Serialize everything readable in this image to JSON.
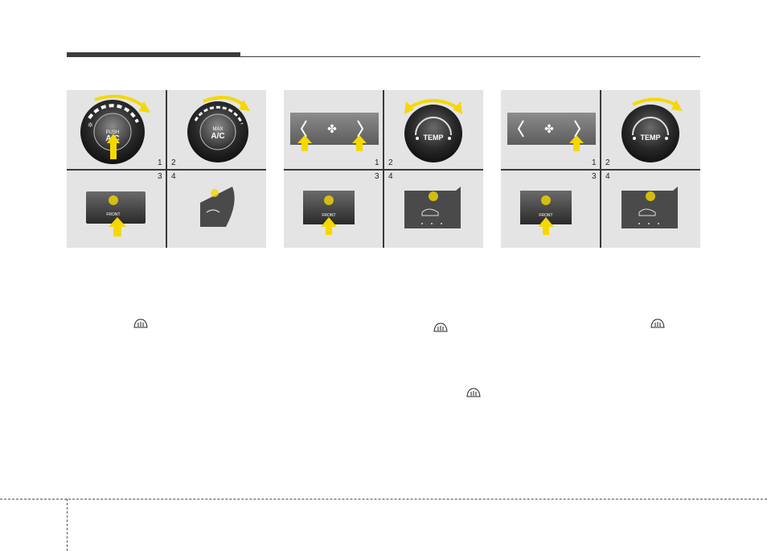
{
  "figures": [
    {
      "id": "figure-a",
      "quadrant_numbers": [
        "1",
        "2",
        "3",
        "4"
      ],
      "knob_1_label_small": "PUSH",
      "knob_1_label_large": "A/C",
      "knob_2_label_small": "MAX",
      "knob_2_label_large": "A/C",
      "button_3_label": "FRONT"
    },
    {
      "id": "figure-b",
      "quadrant_numbers": [
        "1",
        "2",
        "3",
        "4"
      ],
      "knob_2_label": "TEMP",
      "button_3_label": "FRONT"
    },
    {
      "id": "figure-c",
      "quadrant_numbers": [
        "1",
        "2",
        "3",
        "4"
      ],
      "knob_2_label": "TEMP",
      "button_3_label": "FRONT"
    }
  ],
  "icons": {
    "inline_symbol": "front-defrost-icon"
  },
  "colors": {
    "arrow_yellow": "#f5d800",
    "panel_gray": "#e4e4e4",
    "knob_dark": "#2b2b2b"
  }
}
